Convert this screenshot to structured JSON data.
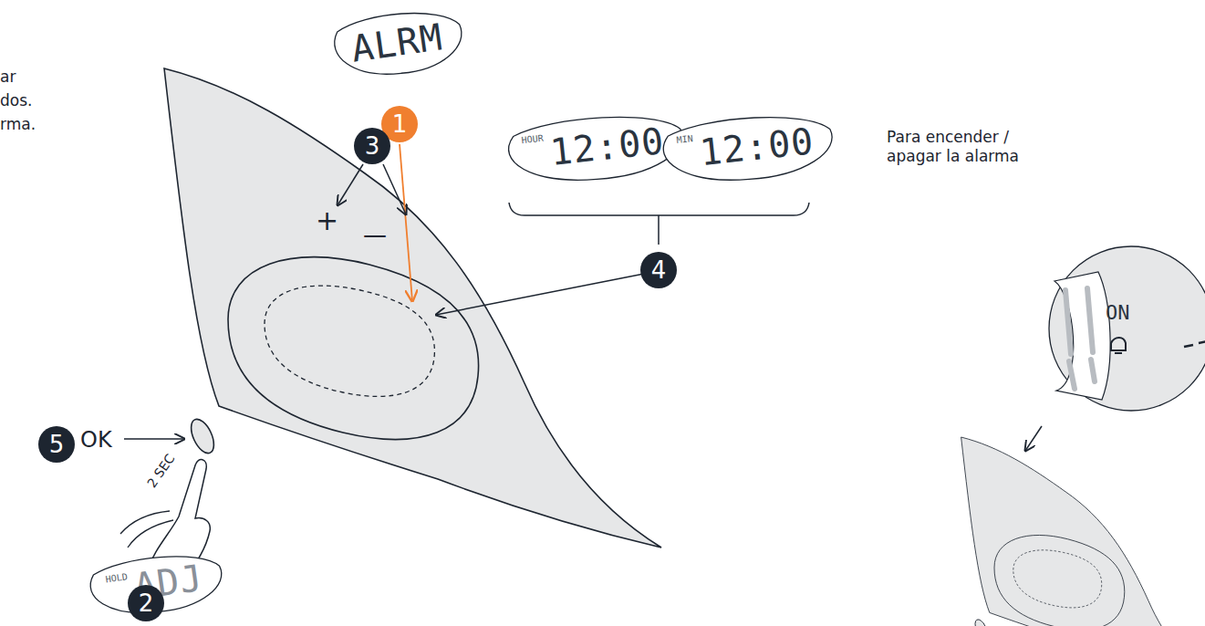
{
  "diagram": {
    "nodes": [
      {
        "text": [
          "ALRM"
        ]
      },
      {
        "text": [
          "1"
        ]
      },
      {
        "text": [
          "3"
        ]
      },
      {
        "text": [
          "HOUR",
          "12:00"
        ]
      },
      {
        "text": [
          "MIN",
          "12:00"
        ]
      },
      {
        "text": [
          "4"
        ]
      },
      {
        "text": [
          "5"
        ]
      },
      {
        "text": [
          "HOLD",
          "ADJ"
        ]
      },
      {
        "text": [
          "2"
        ]
      },
      {
        "text": [
          "ON"
        ]
      }
    ],
    "labels": [
      "ar",
      "dos.",
      "rma.",
      "+",
      "—",
      "OK",
      "2 SEC",
      "Para encender / apagar la alarma"
    ]
  }
}
